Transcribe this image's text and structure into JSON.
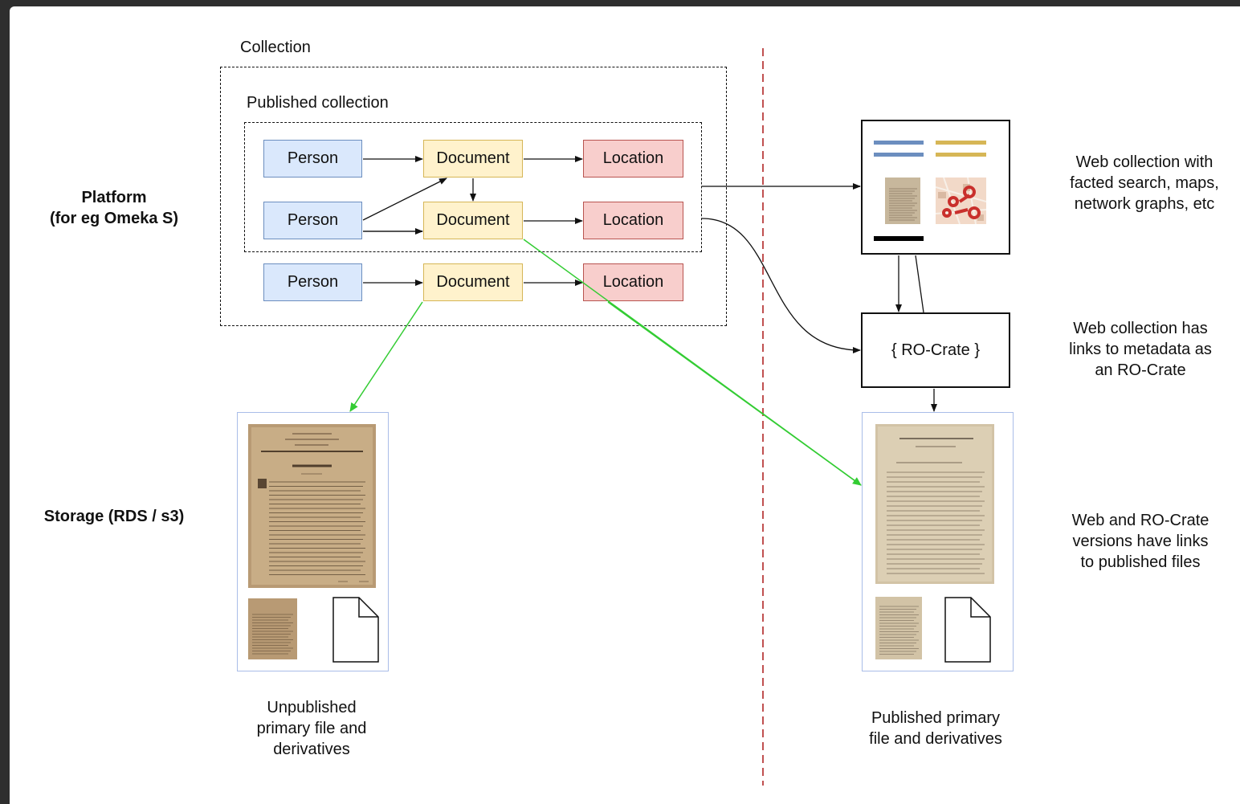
{
  "labels": {
    "collection": "Collection",
    "published_collection": "Published collection",
    "platform_line1": "Platform",
    "platform_line2": "(for eg Omeka S)",
    "storage": "Storage (RDS / s3)",
    "unpublished_line1": "Unpublished",
    "unpublished_line2": "primary file and",
    "unpublished_line3": "derivatives",
    "published_files_line1": "Published primary",
    "published_files_line2": "file and derivatives",
    "ro_crate": "{ RO-Crate }"
  },
  "nodes": {
    "person": "Person",
    "document": "Document",
    "location": "Location"
  },
  "notes": {
    "web_collection": [
      "Web collection with",
      "facted search, maps,",
      "network graphs, etc"
    ],
    "web_links": [
      "Web collection has",
      "links to metadata as",
      "an RO-Crate"
    ],
    "web_ro_links": [
      "Web and RO-Crate",
      "versions have links",
      "to published files"
    ]
  },
  "icons": {
    "document": "document-file-icon",
    "map": "map-thumbnail-icon",
    "manuscript": "manuscript-page-icon"
  },
  "colors": {
    "person_fill": "#dae8fc",
    "document_fill": "#fff2cc",
    "location_fill": "#f8cecc",
    "green_arrow": "#33cc33",
    "divider": "#b85450",
    "bar_blue": "#6c8ebf",
    "bar_gold": "#d6b656"
  }
}
